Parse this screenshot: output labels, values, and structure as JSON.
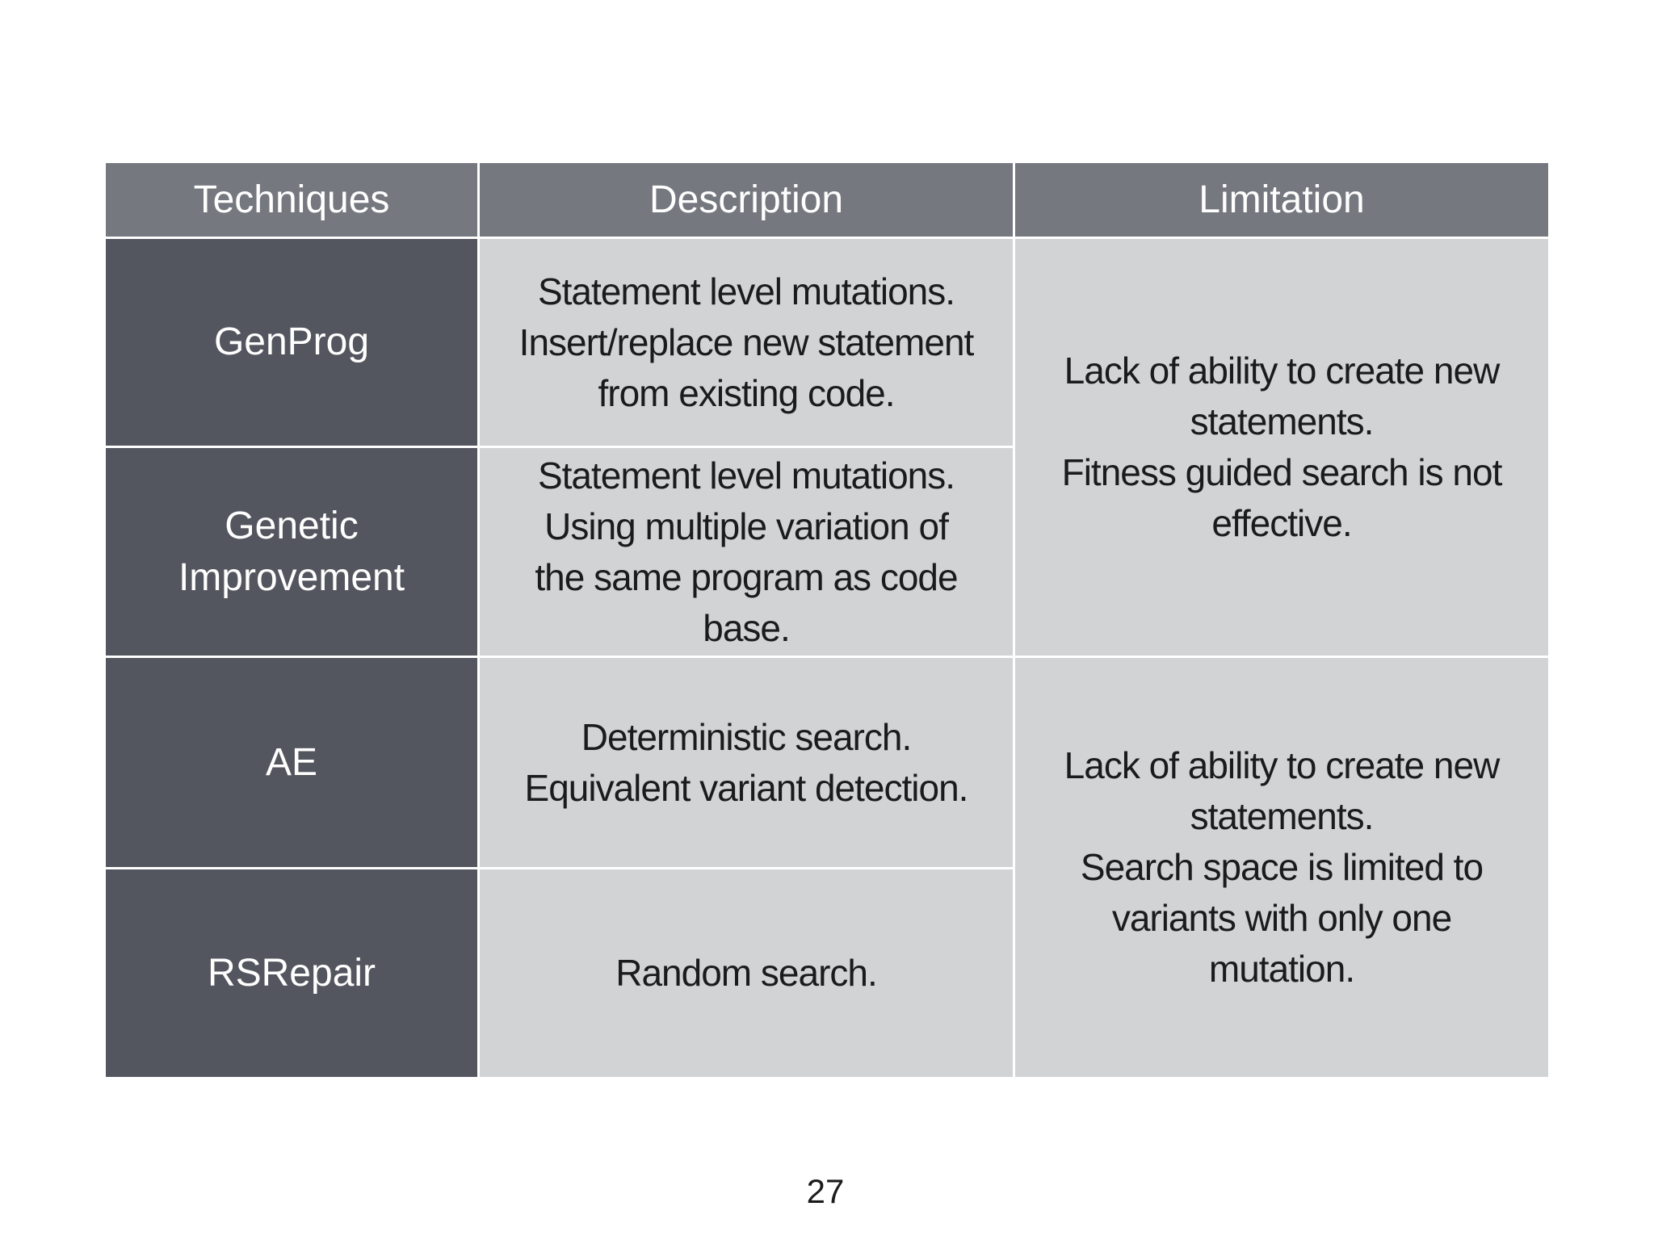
{
  "page": {
    "number": "27",
    "background_color": "#ffffff"
  },
  "table": {
    "colors": {
      "header_bg": "#75787f",
      "technique_column_bg": "#54565f",
      "body_cell_bg": "#d1d3d5",
      "header_text": "#ffffff",
      "body_text": "#1b1b1b",
      "gridline": "#ffffff"
    },
    "headers": {
      "techniques": "Techniques",
      "description": "Description",
      "limitation": "Limitation"
    },
    "rows": [
      {
        "technique_lines": [
          "GenProg"
        ],
        "description_lines": [
          "Statement level mutations.",
          "Insert/replace new statement",
          "from existing code."
        ]
      },
      {
        "technique_lines": [
          "Genetic",
          "Improvement"
        ],
        "description_lines": [
          "Statement level mutations.",
          "Using multiple variation of",
          "the same program as code",
          "base."
        ]
      },
      {
        "technique_lines": [
          "AE"
        ],
        "description_lines": [
          "Deterministic search.",
          "Equivalent variant detection."
        ]
      },
      {
        "technique_lines": [
          "RSRepair"
        ],
        "description_lines": [
          "Random search."
        ]
      }
    ],
    "limitations": [
      {
        "spans_techniques": [
          "GenProg",
          "Genetic Improvement"
        ],
        "lines": [
          "Lack of ability to create new",
          "statements.",
          "Fitness guided search is not",
          "effective."
        ]
      },
      {
        "spans_techniques": [
          "AE",
          "RSRepair"
        ],
        "lines": [
          "Lack of ability to create new",
          "statements.",
          "Search space is limited to",
          "variants with only one",
          "mutation."
        ]
      }
    ]
  }
}
